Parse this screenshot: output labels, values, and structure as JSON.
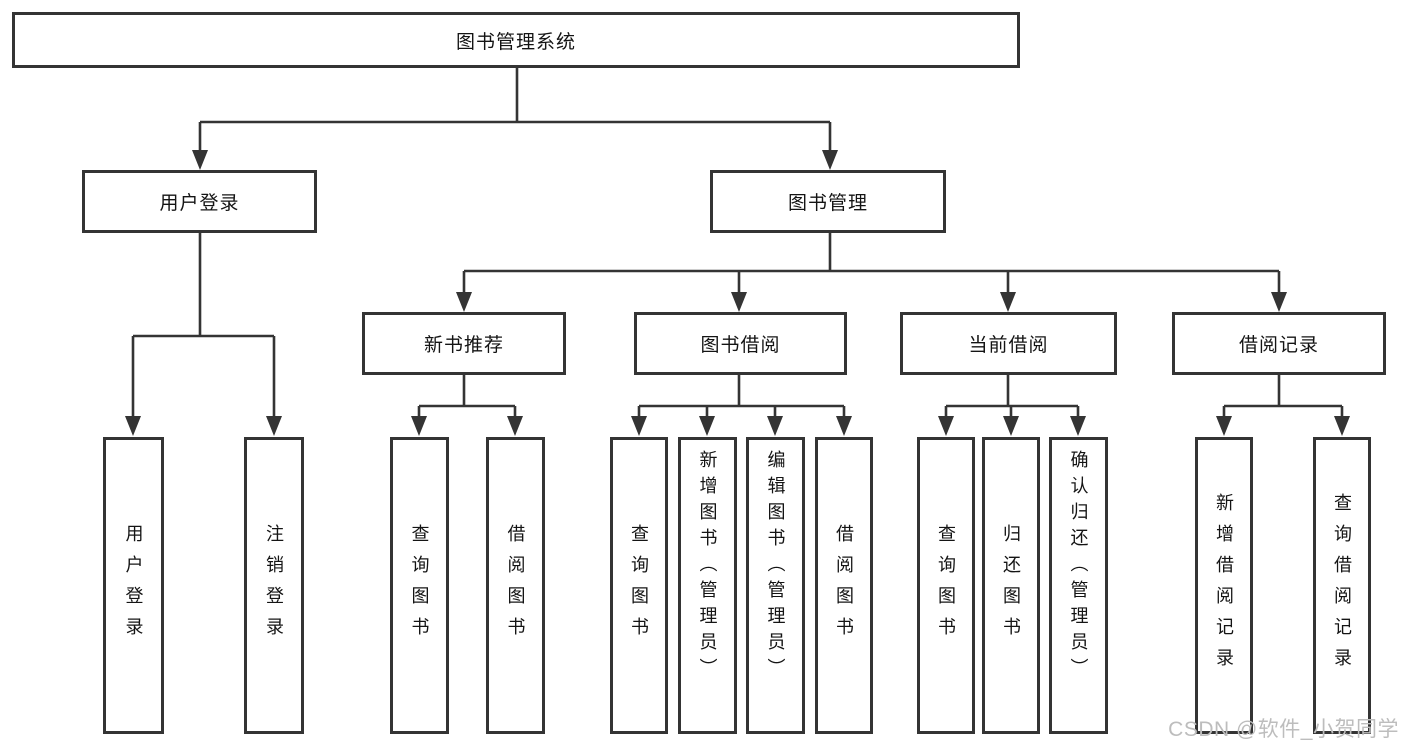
{
  "colors": {
    "line": "#343434",
    "box_border": "#343434",
    "text": "#141414",
    "watermark": "#bdbdbd",
    "background": "#ffffff"
  },
  "watermark": {
    "text": "CSDN @软件_小贺同学"
  },
  "nodes": {
    "root": {
      "label": "图书管理系统"
    },
    "branches": {
      "user_login": {
        "label": "用户登录"
      },
      "book_management": {
        "label": "图书管理"
      },
      "new_book_recommend": {
        "label": "新书推荐"
      },
      "book_borrow": {
        "label": "图书借阅"
      },
      "current_borrow": {
        "label": "当前借阅"
      },
      "borrow_records": {
        "label": "借阅记录"
      }
    },
    "leaves": {
      "user_login": {
        "label": "用户登录"
      },
      "logout_login": {
        "label": "注销登录"
      },
      "recommend_query_books": {
        "label": "查询图书"
      },
      "recommend_borrow_books": {
        "label": "借阅图书"
      },
      "borrow_query_books": {
        "label": "查询图书"
      },
      "borrow_add_books": {
        "label": "新增图书（管理员）"
      },
      "borrow_edit_books": {
        "label": "编辑图书（管理员）"
      },
      "borrow_borrow_books": {
        "label": "借阅图书"
      },
      "current_query_books": {
        "label": "查询图书"
      },
      "current_return_books": {
        "label": "归还图书"
      },
      "current_confirm_return": {
        "label": "确认归还（管理员）"
      },
      "records_add_record": {
        "label": "新增借阅记录"
      },
      "records_query_record": {
        "label": "查询借阅记录"
      }
    }
  }
}
